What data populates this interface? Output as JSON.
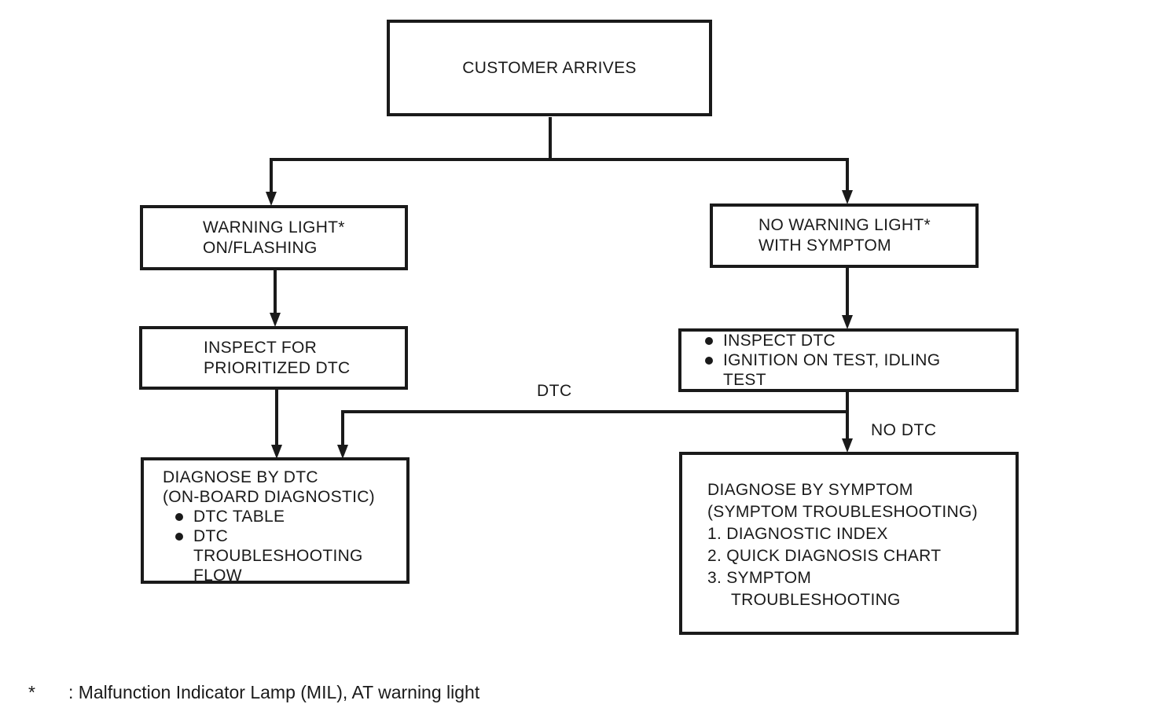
{
  "page": {
    "background": "#ffffff",
    "ink": "#1a1a1a"
  },
  "flowchart": {
    "nodes": {
      "customer_arrives": {
        "label": "CUSTOMER ARRIVES"
      },
      "warning_light": {
        "lines": [
          "WARNING LIGHT*",
          "ON/FLASHING"
        ]
      },
      "no_warning_light": {
        "lines": [
          "NO WARNING LIGHT*",
          "WITH SYMPTOM"
        ]
      },
      "inspect_prioritized_dtc": {
        "lines": [
          "INSPECT FOR",
          "PRIORITIZED DTC"
        ]
      },
      "inspect_dtc": {
        "bullets": [
          {
            "lines": [
              "INSPECT DTC"
            ]
          },
          {
            "lines": [
              "IGNITION ON TEST, IDLING",
              "TEST"
            ]
          }
        ]
      },
      "diagnose_by_dtc": {
        "header": [
          "DIAGNOSE BY DTC",
          "(ON-BOARD DIAGNOSTIC)"
        ],
        "bullets": [
          {
            "lines": [
              "DTC TABLE"
            ]
          },
          {
            "lines": [
              "DTC",
              "TROUBLESHOOTING",
              "FLOW"
            ]
          }
        ]
      },
      "diagnose_by_symptom": {
        "header": [
          "DIAGNOSE BY SYMPTOM",
          "(SYMPTOM TROUBLESHOOTING)"
        ],
        "items": [
          {
            "lines": [
              "1. DIAGNOSTIC INDEX"
            ]
          },
          {
            "lines": [
              "2. QUICK DIAGNOSIS CHART"
            ]
          },
          {
            "lines": [
              "3. SYMPTOM",
              "TROUBLESHOOTING"
            ]
          }
        ]
      }
    },
    "edge_labels": {
      "dtc": "DTC",
      "no_dtc": "NO DTC"
    },
    "footnote": {
      "symbol": "*",
      "text": ": Malfunction Indicator Lamp (MIL), AT warning light"
    }
  }
}
